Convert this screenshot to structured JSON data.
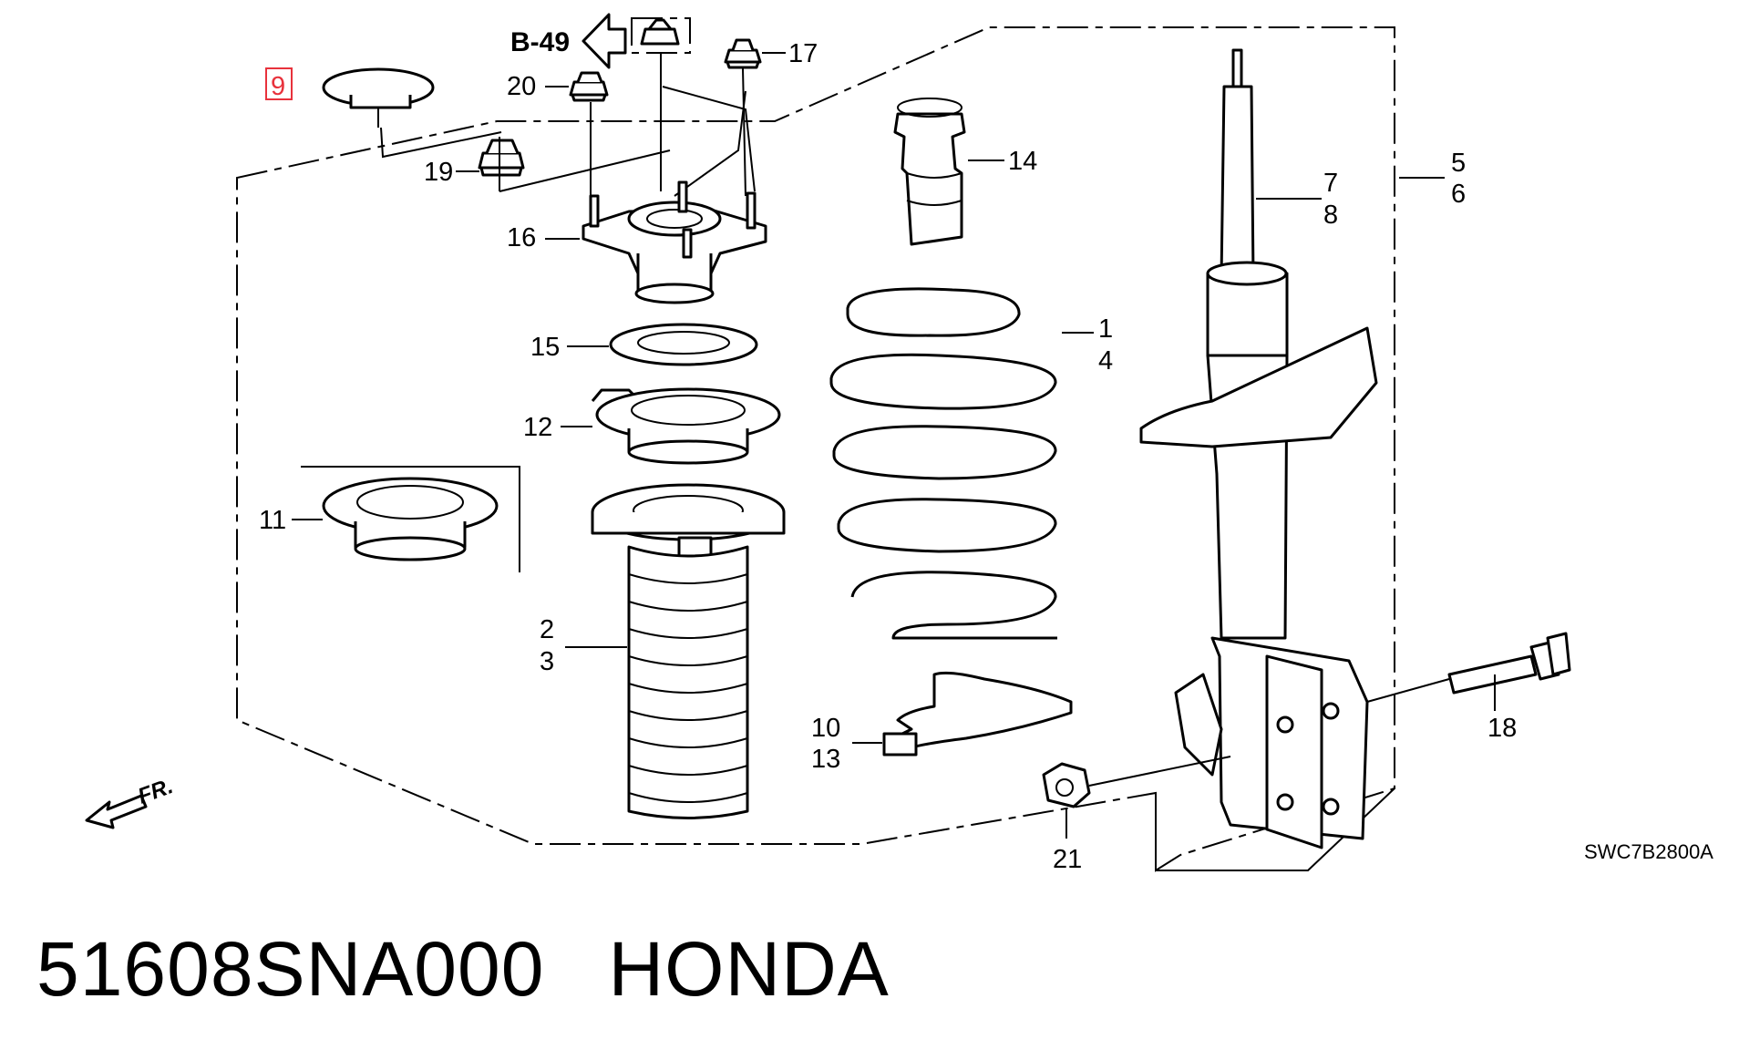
{
  "section_ref": "B-49",
  "front_label": "FR.",
  "diagram_code": "SWC7B2800A",
  "callouts": {
    "c1": "1",
    "c4": "4",
    "c2": "2",
    "c3": "3",
    "c5": "5",
    "c6": "6",
    "c7": "7",
    "c8": "8",
    "c9": "9",
    "c10": "10",
    "c13": "13",
    "c11": "11",
    "c12": "12",
    "c14": "14",
    "c15": "15",
    "c16": "16",
    "c17": "17",
    "c18": "18",
    "c19": "19",
    "c20": "20",
    "c21": "21"
  },
  "highlighted_callout": "9",
  "highlight_color": "#e8323c",
  "caption": {
    "part_number": "51608SNA000",
    "brand": "HONDA"
  }
}
